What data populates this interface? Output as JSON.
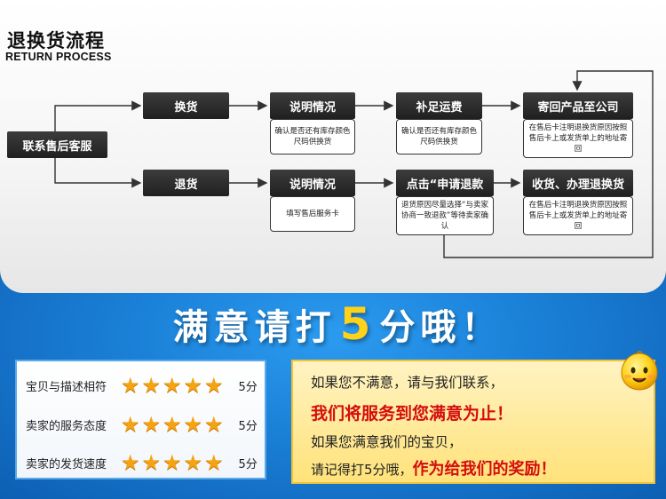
{
  "header": {
    "title_cn": "退换货流程",
    "title_en": "RETURN PROCESS"
  },
  "flow": {
    "start": "联系售后客服",
    "exchange": {
      "step1": "换货",
      "step2": "说明情况",
      "step2_note": "确认是否还有库存颜色尺码供换货",
      "step3": "补足运费",
      "step3_note": "确认是否还有库存颜色尺码供换货",
      "step4": "寄回产品至公司",
      "step4_note": "在售后卡注明退换货原因按照售后卡上或发货单上的地址寄回"
    },
    "return": {
      "step1": "退货",
      "step2": "说明情况",
      "step2_note": "填写售后服务卡",
      "step3": "点击“申请退款",
      "step3_note": "退货原因尽量选择“与卖家协商一致退款”等待卖家确认",
      "step4": "收货、办理退换货",
      "step4_note": "在售后卡注明退换货原因按照售后卡上或发货单上的地址寄回"
    }
  },
  "slogan": {
    "before": "满意请打",
    "number": "5",
    "after": "分哦！"
  },
  "ratings": [
    {
      "label": "宝贝与描述相符",
      "score": "5分",
      "stars": 5
    },
    {
      "label": "卖家的服务态度",
      "score": "5分",
      "stars": 5
    },
    {
      "label": "卖家的发货速度",
      "score": "5分",
      "stars": 5
    }
  ],
  "message": {
    "line1": "如果您不满意，请与我们联系，",
    "line2": "我们将服务到您满意为止！",
    "line3": "如果您满意我们的宝贝，",
    "line4a": "请记得打5分哦，",
    "line4b": "作为给我们的奖励！"
  },
  "colors": {
    "node": "#2a2a2a",
    "blue": "#1a7fd6",
    "star": "#f5a312",
    "five": "#ffd21a",
    "message_bg": "#ffe27a"
  }
}
